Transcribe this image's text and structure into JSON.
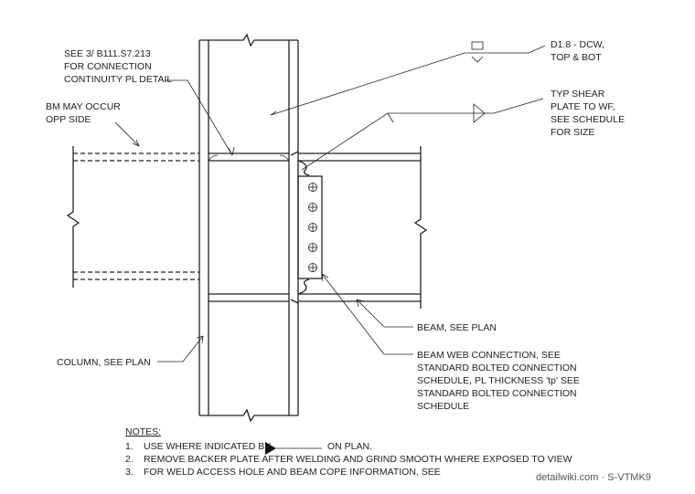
{
  "labels": {
    "continuity": [
      "SEE 3/ B111.S7.213",
      "FOR CONNECTION",
      "CONTINUITY PL DETAIL"
    ],
    "bm_opp": [
      "BM MAY OCCUR",
      "OPP SIDE"
    ],
    "column": "COLUMN, SEE PLAN",
    "weld": [
      "D1.8 - DCW,",
      "TOP & BOT"
    ],
    "shear": [
      "TYP SHEAR",
      "PLATE TO WF,",
      "SEE SCHEDULE",
      "FOR SIZE"
    ],
    "beam": "BEAM, SEE PLAN",
    "web_conn": [
      "BEAM WEB CONNECTION, SEE",
      "STANDARD BOLTED CONNECTION",
      "SCHEDULE, PL THICKNESS 'tp' SEE",
      "STANDARD BOLTED CONNECTION",
      "SCHEDULE"
    ]
  },
  "notes": {
    "title": "NOTES:",
    "items": [
      {
        "num": "1.",
        "text": "USE WHERE INDICATED BY",
        "suffix": "ON PLAN."
      },
      {
        "num": "2.",
        "text": "REMOVE BACKER PLATE AFTER WELDING AND GRIND SMOOTH WHERE EXPOSED TO VIEW"
      },
      {
        "num": "3.",
        "text": "FOR WELD ACCESS HOLE AND BEAM COPE INFORMATION, SEE"
      }
    ]
  },
  "watermark": "detailwiki.com · S-VTMK9"
}
